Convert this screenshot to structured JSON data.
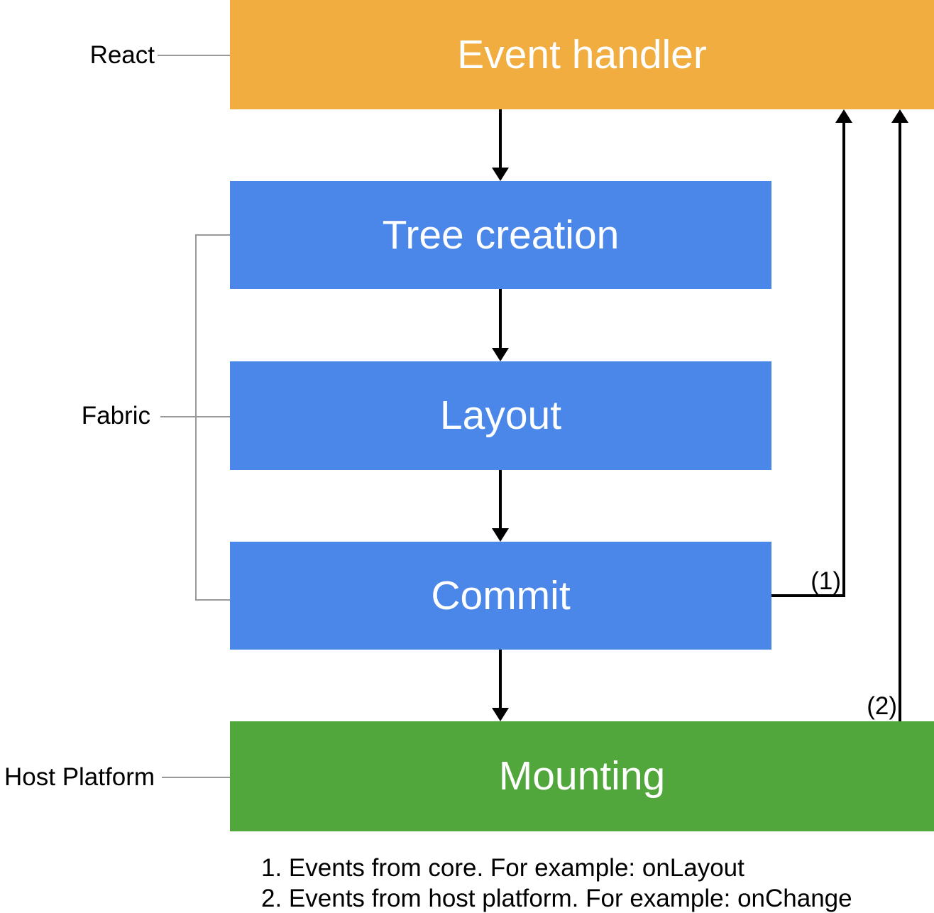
{
  "diagram": {
    "side_labels": {
      "react": "React",
      "fabric": "Fabric",
      "host_platform": "Host Platform"
    },
    "nodes": {
      "event_handler": "Event handler",
      "tree_creation": "Tree creation",
      "layout": "Layout",
      "commit": "Commit",
      "mounting": "Mounting"
    },
    "annotations": {
      "label_1": "(1)",
      "label_2": "(2)"
    },
    "footnotes": {
      "line_1": "1. Events from core. For example: onLayout",
      "line_2": "2. Events from host platform. For example: onChange"
    },
    "colors": {
      "event_handler_box": "#F1AD40",
      "fabric_boxes": "#4B87E9",
      "mounting_box": "#52A73C",
      "box_text": "#FFFFFF",
      "connector_line": "#999999",
      "arrow": "#000000",
      "label_text": "#000000",
      "background": "#FFFFFF"
    }
  }
}
